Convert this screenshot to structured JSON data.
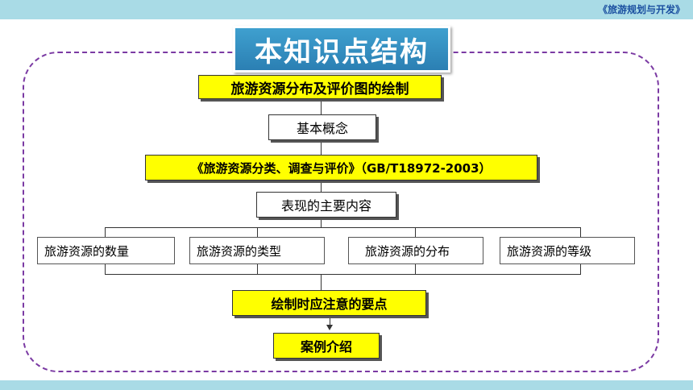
{
  "header": {
    "book_title": "《旅游规划与开发》"
  },
  "title": "本知识点结构",
  "nodes": {
    "root": "旅游资源分布及评价图的绘制",
    "concept": "基本概念",
    "standard": "《旅游资源分类、调查与评价》（GB/T18972-2003）",
    "content": "表现的主要内容",
    "items": [
      "旅游资源的数量",
      "旅游资源的类型",
      "旅游资源的分布",
      "旅游资源的等级"
    ],
    "points": "绘制时应注意的要点",
    "case": "案例介绍"
  },
  "colors": {
    "highlight": "#ffff00",
    "title_bg": "#2b7fb3",
    "frame": "#7b3aa3",
    "bar": "#a9dbe6"
  }
}
